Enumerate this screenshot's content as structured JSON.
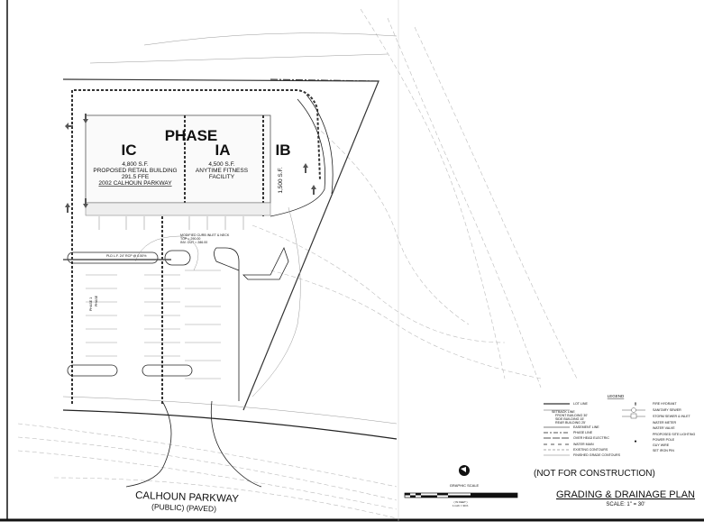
{
  "plan": {
    "phase_label": "PHASE",
    "buildings": [
      {
        "id": "IC",
        "area": "4,800 S.F.",
        "line1": "PROPOSED RETAIL BUILDING",
        "line2": "291.5 FFE",
        "line3": "2002 CALHOUN PARKWAY"
      },
      {
        "id": "IA",
        "area": "4,500 S.F.",
        "line1": "ANYTIME FITNESS",
        "line2": "FACILITY"
      },
      {
        "id": "IB",
        "area": "1,500 S.F."
      }
    ],
    "inlet_note": [
      "MODIFIED CURB INLET & NECK",
      "TOP = 290.00",
      "INV. OUT = 286.00"
    ],
    "pipe_note": "PLD L.F. 24\" RCP @ 0.50%",
    "phase_line_labels": [
      "PHASE 1",
      "PHASE"
    ],
    "road_name": "CALHOUN PARKWAY",
    "road_desc": "(PUBLIC) (PAVED)"
  },
  "legend": {
    "title": "LEGEND",
    "left": [
      "LOT LINE",
      "SETBACK LINE",
      "FRONT BUILDING  30'",
      "SIDE BUILDING  15'",
      "REAR BUILDING  25'",
      "EASEMENT LINE",
      "PHASE LINE",
      "OVER HEAD ELECTRIC",
      "WATER MAIN",
      "EXISTING CONTOURS",
      "FINISHED GRADE CONTOURS"
    ],
    "right": [
      "FIRE HYDRANT",
      "SANITARY SEWER",
      "STORM SEWER & INLET",
      "WATER METER",
      "WATER VALVE",
      "PROPOSED SITE LIGHTING",
      "POWER POLE",
      "GUY WIRE",
      "SET IRON PIN"
    ]
  },
  "scale": {
    "title": "GRAPHIC SCALE",
    "unit_line1": "( IN FEET )",
    "unit_line2": "1 inch = 30 ft."
  },
  "notice": "(NOT FOR CONSTRUCTION)",
  "title_block": {
    "title": "GRADING & DRAINAGE PLAN",
    "scale": "SCALE: 1\" = 30'"
  }
}
